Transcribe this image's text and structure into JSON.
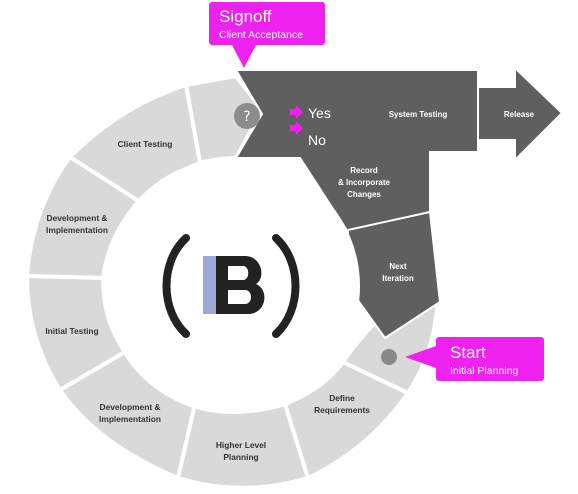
{
  "colors": {
    "segment": "#d9d9d9",
    "segment_border": "#ffffff",
    "dark_arrow": "#5f5f5f",
    "accent": "#ee22ee",
    "logo_bar": "#9aa9d6",
    "logo_dark": "#222222",
    "dot": "#888888"
  },
  "cycle": {
    "segments": [
      {
        "label": "Client Testing"
      },
      {
        "label": "Development & Implementation"
      },
      {
        "label": "Initial Testing"
      },
      {
        "label": "Development & Implementation"
      },
      {
        "label": "Higher Level Planning"
      },
      {
        "label": "Define Requirements"
      }
    ],
    "question_mark": "?"
  },
  "flow": {
    "yes": "Yes",
    "no": "No",
    "system_testing": "System Testing",
    "release": "Release",
    "record_line1": "Record",
    "record_line2": "& Incorporate",
    "record_line3": "Changes",
    "next_line1": "Next",
    "next_line2": "Iteration"
  },
  "callouts": {
    "signoff": {
      "title": "Signoff",
      "subtitle": "Client Acceptance"
    },
    "start": {
      "title": "Start",
      "subtitle": "Initial Planning"
    }
  },
  "logo": {
    "icon": "b-brand-logo-icon"
  }
}
